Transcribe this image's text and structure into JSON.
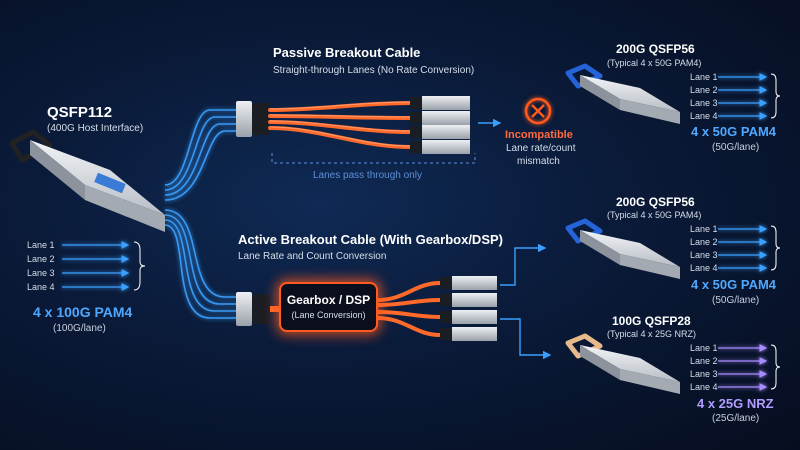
{
  "host": {
    "title": "QSFP112",
    "subtitle": "(400G Host Interface)",
    "lanes": [
      "Lane 1",
      "Lane 2",
      "Lane 3",
      "Lane 4"
    ],
    "rate": "4 x 100G PAM4",
    "per_lane": "(100G/lane)"
  },
  "passive": {
    "title": "Passive Breakout Cable",
    "subtitle": "Straight-through Lanes (No Rate Conversion)",
    "note": "Lanes pass through only"
  },
  "incompatible": {
    "title": "Incompatible",
    "line1": "Lane rate/count",
    "line2": "mismatch"
  },
  "active": {
    "title": "Active Breakout Cable (With Gearbox/DSP)",
    "subtitle": "Lane Rate and Count Conversion",
    "box_title": "Gearbox / DSP",
    "box_sub": "(Lane Conversion)"
  },
  "module_top": {
    "title": "200G QSFP56",
    "subtitle": "(Typical 4 x 50G PAM4)",
    "lanes": [
      "Lane 1",
      "Lane 2",
      "Lane 3",
      "Lane 4"
    ],
    "rate": "4 x 50G PAM4",
    "per_lane": "(50G/lane)"
  },
  "module_mid": {
    "title": "200G QSFP56",
    "subtitle": "(Typical 4 x 50G PAM4)",
    "lanes": [
      "Lane 1",
      "Lane 2",
      "Lane 3",
      "Lane 4"
    ],
    "rate": "4 x 50G PAM4",
    "per_lane": "(50G/lane)"
  },
  "module_bot": {
    "title": "100G QSFP28",
    "subtitle": "(Typical 4 x 25G NRZ)",
    "lanes": [
      "Lane 1",
      "Lane 2",
      "Lane 3",
      "Lane 4"
    ],
    "rate": "4 x 25G NRZ",
    "per_lane": "(25G/lane)"
  },
  "colors": {
    "background": "#0a1a38",
    "blue_lane": "#3aa0ff",
    "purple_lane": "#a88bff",
    "orange_cable": "#ff6a2a",
    "incompatible": "#ff5a1f",
    "rate_blue": "#4fa8ff",
    "rate_purple": "#b19cff"
  }
}
